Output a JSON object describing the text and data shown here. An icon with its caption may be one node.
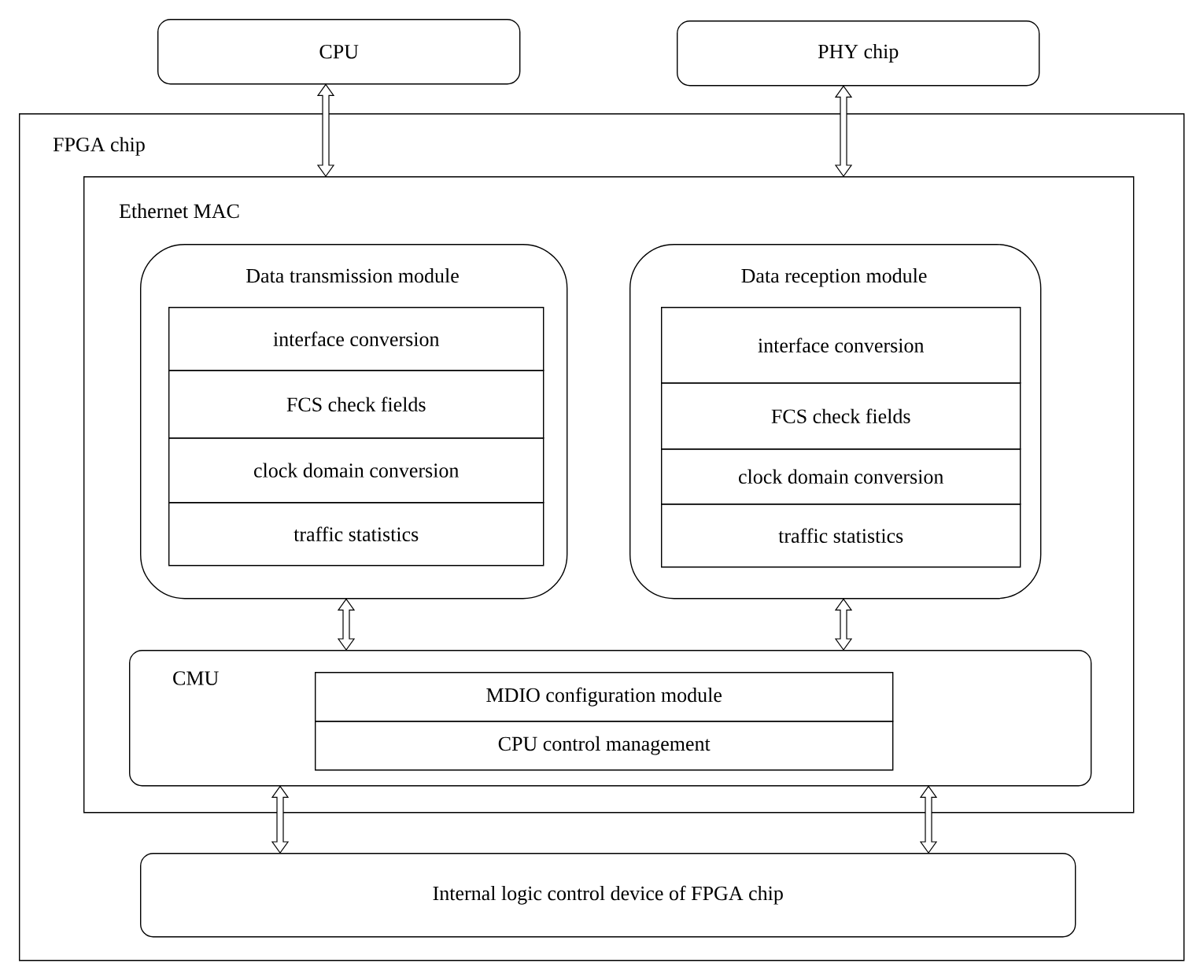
{
  "diagram": {
    "nodes": [
      {
        "text": [
          "CPU"
        ]
      },
      {
        "text": [
          "PHY chip"
        ]
      },
      {
        "text": [
          "FPGA chip"
        ]
      },
      {
        "text": [
          "Ethernet MAC"
        ],
        "in": 2
      },
      {
        "text": [
          "Data transmission module"
        ],
        "in": 3
      },
      {
        "text": [
          "interface conversion"
        ],
        "in": 4
      },
      {
        "text": [
          "FCS check fields"
        ],
        "in": 4
      },
      {
        "text": [
          "clock domain conversion"
        ],
        "in": 4
      },
      {
        "text": [
          "traffic statistics"
        ],
        "in": 4
      },
      {
        "text": [
          "Data reception module"
        ],
        "in": 3
      },
      {
        "text": [
          "interface conversion"
        ],
        "in": 9
      },
      {
        "text": [
          "FCS check fields"
        ],
        "in": 9
      },
      {
        "text": [
          "clock domain conversion"
        ],
        "in": 9
      },
      {
        "text": [
          "traffic statistics"
        ],
        "in": 9
      },
      {
        "text": [
          "CMU"
        ],
        "in": 3
      },
      {
        "text": [
          "MDIO configuration module"
        ],
        "in": 14
      },
      {
        "text": [
          "CPU control management"
        ],
        "in": 14
      },
      {
        "text": [
          "Internal logic control device of FPGA chip"
        ],
        "in": 2
      }
    ],
    "edges": [
      {
        "from": 0,
        "to": 3,
        "arrow": "both"
      },
      {
        "from": 1,
        "to": 3,
        "arrow": "both"
      },
      {
        "from": 4,
        "to": 14,
        "arrow": "both"
      },
      {
        "from": 9,
        "to": 14,
        "arrow": "both"
      },
      {
        "from": 14,
        "to": 17,
        "arrow": "both"
      },
      {
        "from": 14,
        "to": 17,
        "arrow": "both"
      }
    ]
  }
}
